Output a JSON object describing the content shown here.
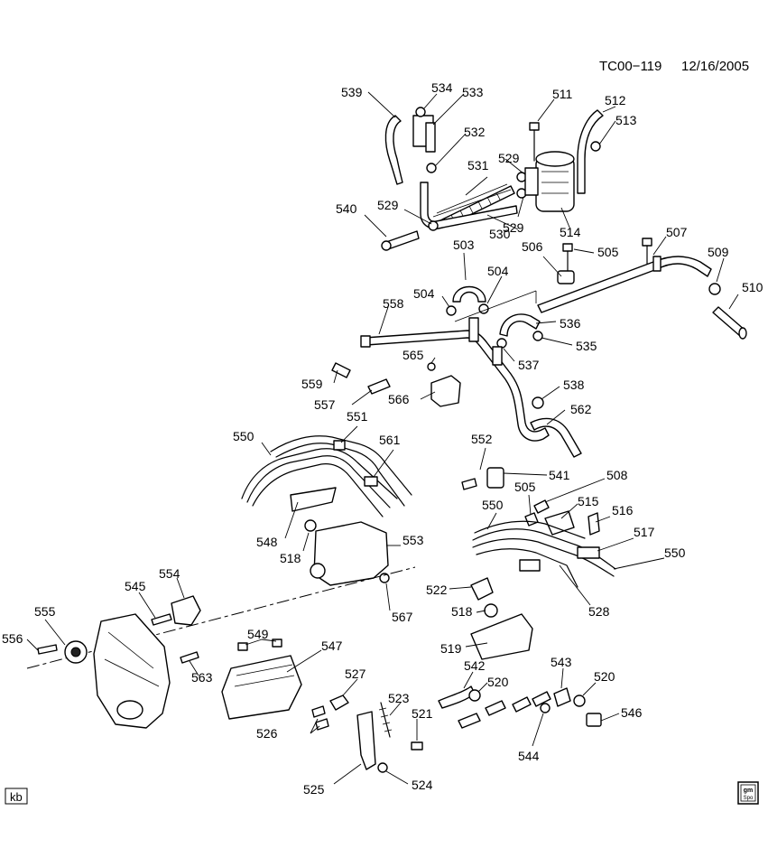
{
  "header": {
    "code": "TC00−119",
    "date": "12/16/2005"
  },
  "footer": {
    "left_tag": "kb",
    "logo_top": "gm",
    "logo_bottom": "Spo"
  },
  "callouts": [
    {
      "n": "539"
    },
    {
      "n": "534"
    },
    {
      "n": "533"
    },
    {
      "n": "511"
    },
    {
      "n": "512"
    },
    {
      "n": "513"
    },
    {
      "n": "532"
    },
    {
      "n": "529"
    },
    {
      "n": "531"
    },
    {
      "n": "540"
    },
    {
      "n": "529"
    },
    {
      "n": "529"
    },
    {
      "n": "530"
    },
    {
      "n": "514"
    },
    {
      "n": "503"
    },
    {
      "n": "506"
    },
    {
      "n": "505"
    },
    {
      "n": "507"
    },
    {
      "n": "509"
    },
    {
      "n": "510"
    },
    {
      "n": "504"
    },
    {
      "n": "504"
    },
    {
      "n": "558"
    },
    {
      "n": "536"
    },
    {
      "n": "535"
    },
    {
      "n": "565"
    },
    {
      "n": "537"
    },
    {
      "n": "559"
    },
    {
      "n": "566"
    },
    {
      "n": "557"
    },
    {
      "n": "538"
    },
    {
      "n": "562"
    },
    {
      "n": "551"
    },
    {
      "n": "550"
    },
    {
      "n": "561"
    },
    {
      "n": "552"
    },
    {
      "n": "541"
    },
    {
      "n": "508"
    },
    {
      "n": "505"
    },
    {
      "n": "550"
    },
    {
      "n": "515"
    },
    {
      "n": "516"
    },
    {
      "n": "548"
    },
    {
      "n": "553"
    },
    {
      "n": "517"
    },
    {
      "n": "518"
    },
    {
      "n": "550"
    },
    {
      "n": "554"
    },
    {
      "n": "545"
    },
    {
      "n": "522"
    },
    {
      "n": "528"
    },
    {
      "n": "567"
    },
    {
      "n": "555"
    },
    {
      "n": "518"
    },
    {
      "n": "556"
    },
    {
      "n": "549"
    },
    {
      "n": "547"
    },
    {
      "n": "519"
    },
    {
      "n": "563"
    },
    {
      "n": "542"
    },
    {
      "n": "543"
    },
    {
      "n": "520"
    },
    {
      "n": "520"
    },
    {
      "n": "527"
    },
    {
      "n": "523"
    },
    {
      "n": "546"
    },
    {
      "n": "521"
    },
    {
      "n": "526"
    },
    {
      "n": "544"
    },
    {
      "n": "525"
    },
    {
      "n": "524"
    }
  ]
}
